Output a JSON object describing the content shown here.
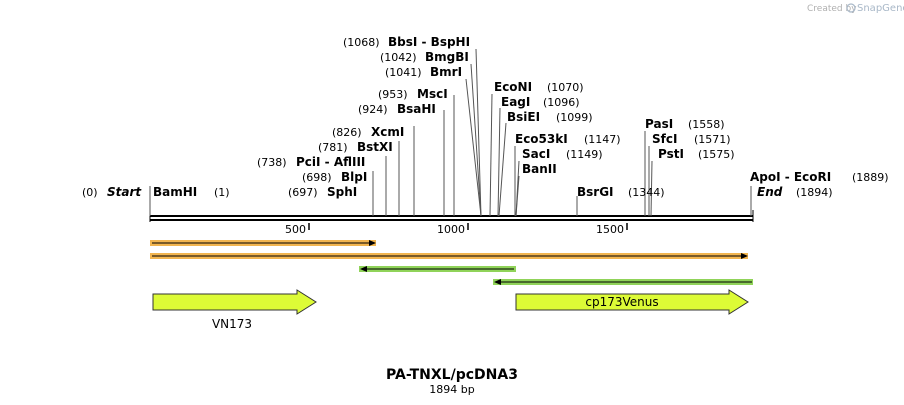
{
  "credit": {
    "created_by": "Created by",
    "brand": "SnapGene"
  },
  "map": {
    "title": "PA-TNXL/pcDNA3",
    "length_label": "1894 bp",
    "length": 1894,
    "start_label": "Start",
    "start_pos": "(0)",
    "end_label": "End",
    "end_pos": "(1894)"
  },
  "ruler": [
    500,
    1000,
    1500
  ],
  "sites": [
    {
      "names": "BamHI",
      "pos_label": "(1)",
      "pos": 1
    },
    {
      "names": "SphI",
      "pos_label": "(697)",
      "pos": 697
    },
    {
      "names": "BlpI",
      "pos_label": "(698)",
      "pos": 698
    },
    {
      "names": "PciI - AflIII",
      "pos_label": "(738)",
      "pos": 738
    },
    {
      "names": "BstXI",
      "pos_label": "(781)",
      "pos": 781
    },
    {
      "names": "XcmI",
      "pos_label": "(826)",
      "pos": 826
    },
    {
      "names": "BsaHI",
      "pos_label": "(924)",
      "pos": 924
    },
    {
      "names": "MscI",
      "pos_label": "(953)",
      "pos": 953
    },
    {
      "names": "BmrI",
      "pos_label": "(1041)",
      "pos": 1041
    },
    {
      "names": "BmgBI",
      "pos_label": "(1042)",
      "pos": 1042
    },
    {
      "names": "BbsI - BspHI",
      "pos_label": "(1068)",
      "pos": 1068
    },
    {
      "names": "EcoNI",
      "pos_label": "(1070)",
      "pos": 1070
    },
    {
      "names": "EagI",
      "pos_label": "(1096)",
      "pos": 1096
    },
    {
      "names": "BsiEI",
      "pos_label": "(1099)",
      "pos": 1099
    },
    {
      "names": "Eco53kI",
      "pos_label": "(1147)",
      "pos": 1147
    },
    {
      "names": "SacI",
      "pos_label": "(1149)",
      "pos": 1149
    },
    {
      "names": "BanII",
      "pos_label": "",
      "pos": 1149
    },
    {
      "names": "BsrGI",
      "pos_label": "(1344)",
      "pos": 1344
    },
    {
      "names": "PasI",
      "pos_label": "(1558)",
      "pos": 1558
    },
    {
      "names": "SfcI",
      "pos_label": "(1571)",
      "pos": 1571
    },
    {
      "names": "PstI",
      "pos_label": "(1575)",
      "pos": 1575
    },
    {
      "names": "ApoI - EcoRI",
      "pos_label": "(1889)",
      "pos": 1889
    }
  ],
  "primers": [
    {
      "start": 1,
      "end": 710,
      "direction": "forward",
      "color": "#f0a830"
    },
    {
      "start": 1,
      "end": 1882,
      "direction": "forward",
      "color": "#f0a830"
    },
    {
      "start": 660,
      "end": 1147,
      "direction": "reverse",
      "color": "#7ccb3c"
    },
    {
      "start": 1080,
      "end": 1894,
      "direction": "reverse",
      "color": "#7ccb3c"
    }
  ],
  "features": [
    {
      "label": "VN173",
      "start": 1,
      "end": 519,
      "direction": "forward",
      "color": "#ddfb36"
    },
    {
      "label": "cp173Venus",
      "start": 1147,
      "end": 1882,
      "direction": "forward",
      "color": "#ddfb36"
    }
  ]
}
